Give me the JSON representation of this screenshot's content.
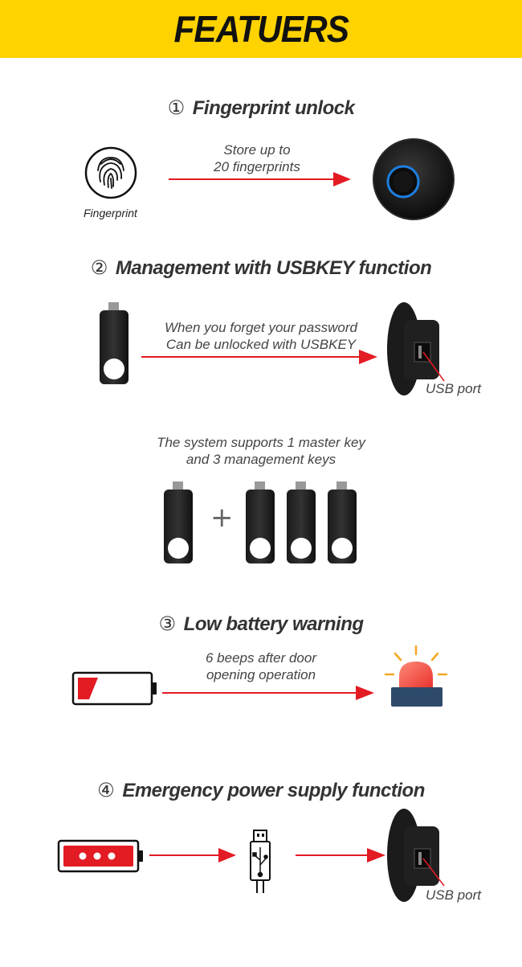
{
  "banner": {
    "title": "FEATUERS"
  },
  "colors": {
    "banner_yellow": "#ffd300",
    "arrow_red": "#e31b23",
    "ring_blue": "#1e7fe0"
  },
  "sections": {
    "fingerprint": {
      "number": "①",
      "title": "Fingerprint unlock",
      "icon_label": "Fingerprint",
      "caption_line1": "Store up to",
      "caption_line2": "20 fingerprints"
    },
    "usbkey": {
      "number": "②",
      "title": "Management with USBKEY function",
      "caption_line1": "When you forget your password",
      "caption_line2": "Can be unlocked with USBKEY",
      "port_label": "USB port",
      "keys_caption_line1": "The system supports 1 master key",
      "keys_caption_line2": "and 3 management keys",
      "plus": "+"
    },
    "battery": {
      "number": "③",
      "title": "Low battery warning",
      "caption_line1": "6 beeps after door",
      "caption_line2": "opening operation"
    },
    "emergency": {
      "number": "④",
      "title": "Emergency power supply function",
      "port_label": "USB port"
    }
  }
}
